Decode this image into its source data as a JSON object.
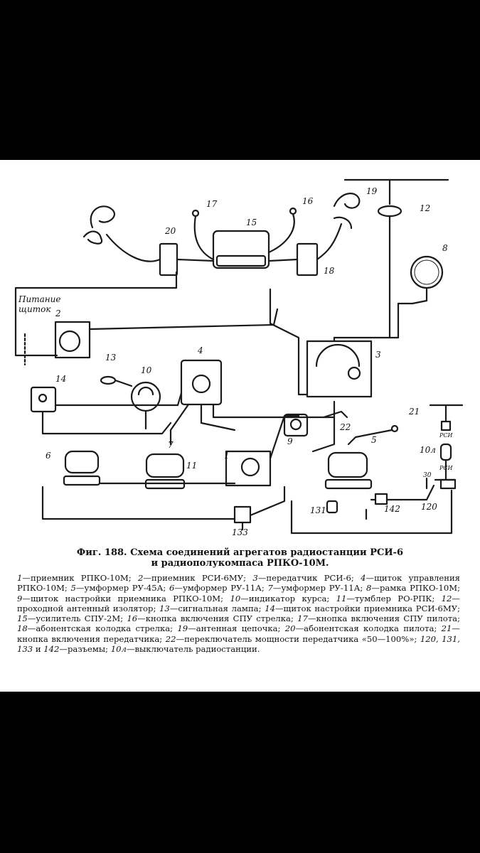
{
  "figure": {
    "title_line1": "Фиг. 188. Схема соединений агрегатов радиостанции РСИ-6",
    "title_line2": "и радиополукомпаса РПКО-10М.",
    "legend": [
      {
        "num": "1",
        "text": "—приемник РПКО-10М; "
      },
      {
        "num": "2",
        "text": "—приемник РСИ-6МУ; "
      },
      {
        "num": "3",
        "text": "—передатчик РСИ-6; "
      },
      {
        "num": "4",
        "text": "—щиток управления РПКО-10М; "
      },
      {
        "num": "5",
        "text": "—умформер РУ-45А; "
      },
      {
        "num": "6",
        "text": "—умформер РУ-11А; "
      },
      {
        "num": "7",
        "text": "—умформер РУ-11А; "
      },
      {
        "num": "8",
        "text": "—рамка РПКО-10М; "
      },
      {
        "num": "9",
        "text": "—щиток настройки приемника РПКО-10М; "
      },
      {
        "num": "10",
        "text": "—индикатор курса; "
      },
      {
        "num": "11",
        "text": "—тумблер РО-РПК; "
      },
      {
        "num": "12",
        "text": "—проходной антенный изолятор; "
      },
      {
        "num": "13",
        "text": "—сигнальная лампа; "
      },
      {
        "num": "14",
        "text": "—щиток настройки приемника РСИ-6МУ; "
      },
      {
        "num": "15",
        "text": "—усилитель СПУ-2М; "
      },
      {
        "num": "16",
        "text": "—кнопка включения СПУ стрелка; "
      },
      {
        "num": "17",
        "text": "—кнопка включения СПУ пилота; "
      },
      {
        "num": "18",
        "text": "—абонентская колодка стрелка; "
      },
      {
        "num": "19",
        "text": "—антенная цепочка; "
      },
      {
        "num": "20",
        "text": "—абонентская колодка пилота; "
      },
      {
        "num": "21",
        "text": "—кнопка включения передатчика; "
      },
      {
        "num": "22",
        "text": "—переключатель мощности передатчика «50—100%»; "
      },
      {
        "num": "120, 131, 133",
        "text": " и "
      },
      {
        "num": "142",
        "text": "—разъемы; "
      },
      {
        "num": "10л",
        "text": "—выключатель радиостанции."
      }
    ]
  },
  "diagram_labels": {
    "power_panel_line1": "Питание",
    "power_panel_line2": "щиток",
    "rsi1": "РСИ",
    "rsi2": "РСИ",
    "n30": "30",
    "n1": "1",
    "n2": "2",
    "n3": "3",
    "n4": "4",
    "n5": "5",
    "n6": "6",
    "n7": "7",
    "n8": "8",
    "n9": "9",
    "n10": "10",
    "n11": "11",
    "n12": "12",
    "n13": "13",
    "n14": "14",
    "n15": "15",
    "n16": "16",
    "n17": "17",
    "n18": "18",
    "n19": "19",
    "n20": "20",
    "n21": "21",
    "n22": "22",
    "n10l": "10л",
    "n120": "120",
    "n131": "131",
    "n133": "133",
    "n142": "142"
  }
}
